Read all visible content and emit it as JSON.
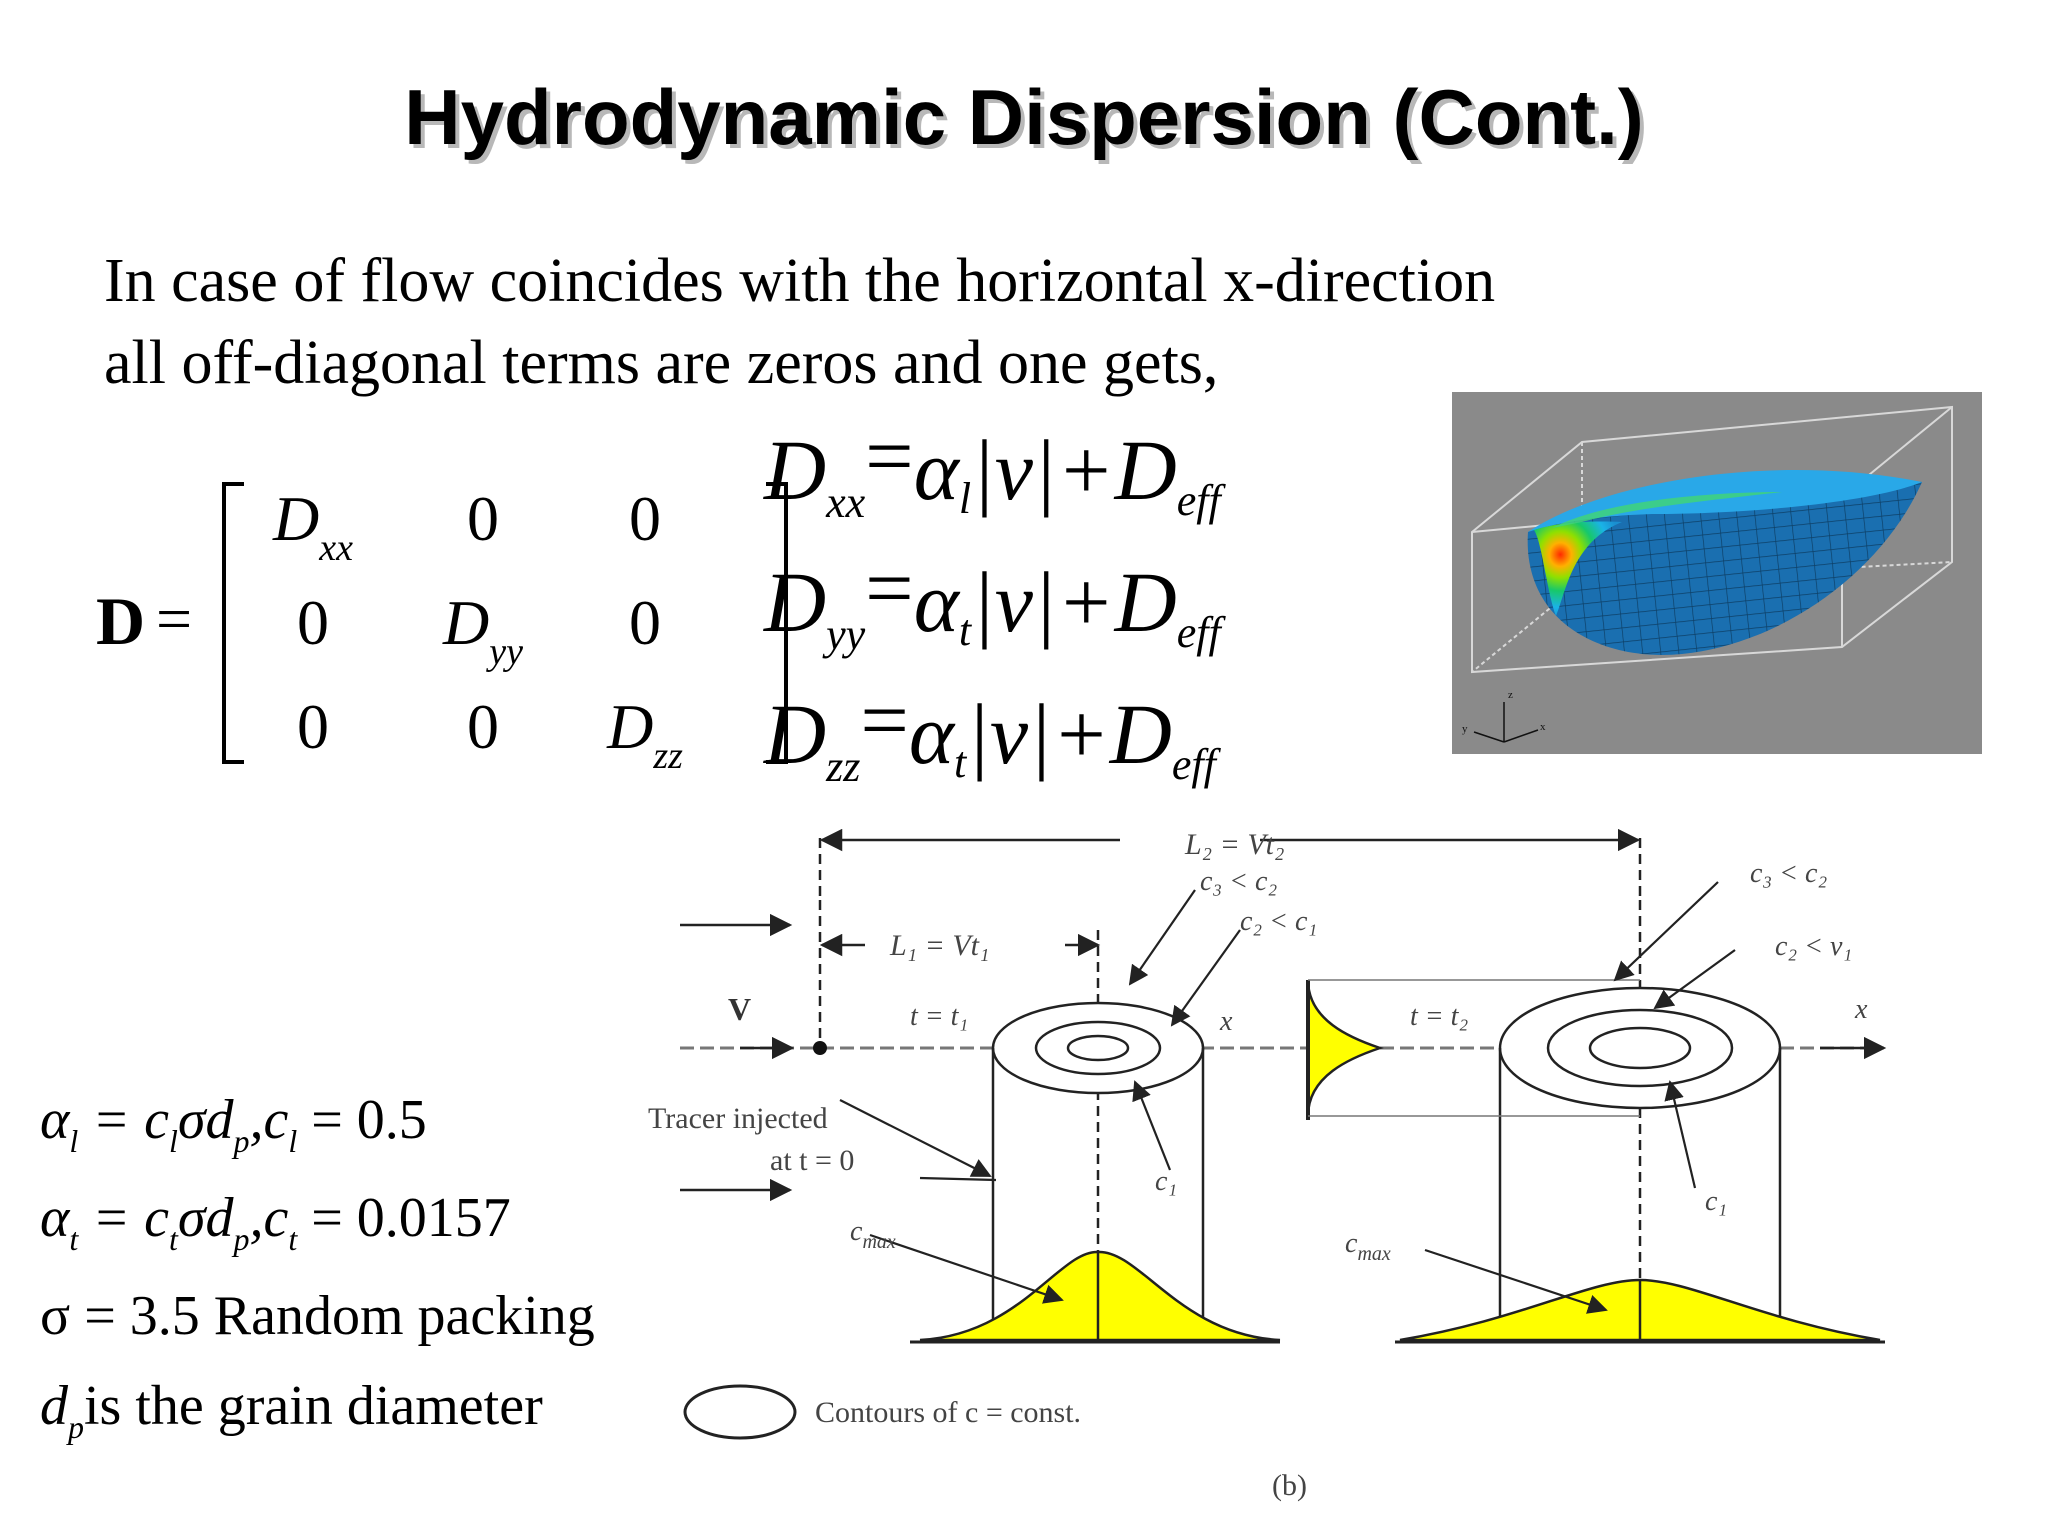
{
  "slide": {
    "title": "Hydrodynamic Dispersion (Cont.)",
    "intro_line1": "In case of flow coincides with the horizontal x-direction",
    "intro_line2": "all off-diagonal terms are zeros and one gets,"
  },
  "matrix": {
    "lhs": "D",
    "eq": "=",
    "r1": {
      "c1_sym": "D",
      "c1_sub": "xx",
      "c2": "0",
      "c3": "0"
    },
    "r2": {
      "c1": "0",
      "c2_sym": "D",
      "c2_sub": "yy",
      "c3": "0"
    },
    "r3": {
      "c1": "0",
      "c2": "0",
      "c3_sym": "D",
      "c3_sub": "zz"
    }
  },
  "coeff_equations": {
    "e1": {
      "lhs": "D",
      "lhs_sub": "xx",
      "mid": "=",
      "alpha": "α",
      "alpha_sub": "l",
      "vel": "|v|+",
      "rhs": "D",
      "rhs_sub": "eff"
    },
    "e2": {
      "lhs": "D",
      "lhs_sub": "yy",
      "mid": "=",
      "alpha": "α",
      "alpha_sub": "t",
      "vel": "|v|+",
      "rhs": "D",
      "rhs_sub": "eff"
    },
    "e3": {
      "lhs": "D",
      "lhs_sub": "zz",
      "mid": "=",
      "alpha": "α",
      "alpha_sub": "t",
      "vel": "|v|+",
      "rhs": "D",
      "rhs_sub": "eff"
    }
  },
  "params": {
    "p1": {
      "a": "α",
      "a_sub": "l",
      "body": " = c",
      "c_sub": "l",
      "rest": "σd",
      "d_sub": "p",
      "tail": ",c",
      "t_sub": "l",
      "val": " = 0.5"
    },
    "p2": {
      "a": "α",
      "a_sub": "t",
      "body": " = c",
      "c_sub": "t",
      "rest": "σd",
      "d_sub": "p",
      "tail": ",c",
      "t_sub": "t",
      "val": " = 0.0157"
    },
    "p3": {
      "text": "σ = 3.5 Random packing"
    },
    "p4": {
      "d": "d",
      "d_sub": "p",
      "text": "is the grain diameter"
    }
  },
  "diagram": {
    "L2": "L₂ = Vt₂",
    "L1": "L₁ = Vt₁",
    "c3c2_left": "c₃ < c₂",
    "c2c1_left": "c₂ < c₁",
    "c3c2_right": "c₃ < c₂",
    "c2v1_right": "c₂ < v₁",
    "V": "V",
    "t1": "t = t₁",
    "t2": "t = t₂",
    "x_left": "x",
    "x_right": "x",
    "tracer1": "Tracer injected",
    "tracer2": "at t = 0",
    "c1_left": "c₁",
    "c1_right": "c₁",
    "cmax_left": "c",
    "cmax_left_sub": "max",
    "cmax_right": "c",
    "cmax_right_sub": "max",
    "legend": "Contours of c = const.",
    "caption": "(b)",
    "colors": {
      "yellow": "#ffff00",
      "line": "#222222",
      "gray": "#777777"
    }
  },
  "image_3d": {
    "axis_z": "z",
    "axis_y": "y",
    "axis_x": "x",
    "colors": {
      "bg": "#8a8a8a",
      "plume": "#1a6fb0",
      "mesh": "#0d3f66"
    }
  }
}
